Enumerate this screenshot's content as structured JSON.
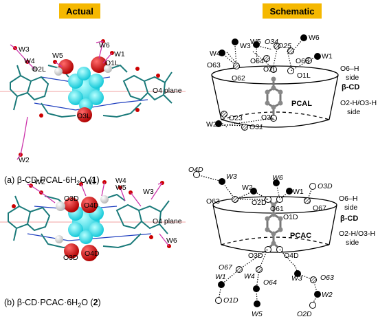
{
  "headers": {
    "actual": "Actual",
    "schematic": "Schematic"
  },
  "top": {
    "actual_labels": {
      "W3": "W3",
      "W5": "W5",
      "W6": "W6",
      "W1": "W1",
      "W4": "W4",
      "O2L": "O2L",
      "O1L": "O1L",
      "O3L": "O3L",
      "W2": "W2"
    },
    "o4_plane": "O4 plane",
    "caption": {
      "prefix": "(a) β-CD·PCAL·6H",
      "sub": "2",
      "mid": "O (",
      "num": "1",
      "suffix": ")"
    },
    "schematic": {
      "W3": "W3",
      "W5": "W5",
      "O34": "O34",
      "O25": "O25",
      "W6": "W6",
      "W4": "W4",
      "W1": "W1",
      "O63": "O63",
      "O64": "O64",
      "O65": "O65",
      "O62": "O62",
      "O2L": "O2L",
      "O1L": "O1L",
      "side_top": "O6–H",
      "side_top2": "side",
      "bcd": "β-CD",
      "guest": "PCAL",
      "O3L": "O3L",
      "side_bot": "O2-H/O3-H",
      "side_bot2": "side",
      "W2": "W2",
      "O23": "O23",
      "O31": "O31"
    }
  },
  "bottom": {
    "actual_labels": {
      "W2": "W2",
      "W1": "W1",
      "W4": "W4",
      "W5": "W5",
      "W3": "W3",
      "O3D": "O3D",
      "O4D": "O4D",
      "O3D_b": "O3D",
      "O4D_b": "O4D",
      "W6": "W6"
    },
    "o4_plane": "O4 plane",
    "caption": {
      "prefix": "(b) β-CD·PCAC·6H",
      "sub": "2",
      "mid": "O (",
      "num": "2",
      "suffix": ")"
    },
    "schematic": {
      "O4D_top": "O4D",
      "W3": "W3",
      "W2": "W2",
      "W6": "W6",
      "W1": "W1",
      "O3D_top": "O3D",
      "O63": "O63",
      "O2D": "O2D",
      "O61": "O61",
      "O67": "O67",
      "O1D": "O1D",
      "side_top": "O6–H",
      "side_top2": "side",
      "bcd": "β-CD",
      "guest": "PCAC",
      "O3D": "O3D",
      "O4D": "O4D",
      "side_bot": "O2-H/O3-H",
      "side_bot2": "side",
      "O67_b": "O67",
      "W4": "W4",
      "W3_b": "W3",
      "O63_b": "O63",
      "W1_b": "W1",
      "O64": "O64",
      "W2_b": "W2",
      "O1D_b": "O1D",
      "W5": "W5",
      "O2D_b": "O2D"
    }
  }
}
